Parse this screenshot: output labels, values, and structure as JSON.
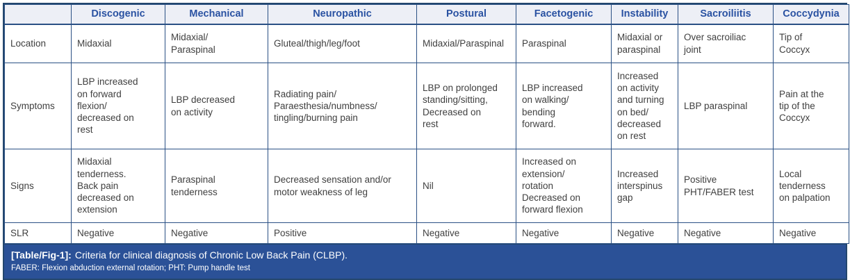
{
  "colors": {
    "border": "#2a5084",
    "outer_border": "#24476e",
    "header_bg": "#edeff6",
    "header_text": "#2a52a2",
    "body_text": "#3f3f3f",
    "caption_bg": "#2b5197",
    "caption_text": "#ffffff"
  },
  "table": {
    "columns": [
      "",
      "Discogenic",
      "Mechanical",
      "Neuropathic",
      "Postural",
      "Facetogenic",
      "Instability",
      "Sacroiliitis",
      "Coccydynia"
    ],
    "rows": [
      {
        "label": "Location",
        "cells": [
          "Midaxial",
          "Midaxial/\nParaspinal",
          "Gluteal/thigh/leg/foot",
          "Midaxial/Paraspinal",
          "Paraspinal",
          "Midaxial or\nparaspinal",
          "Over sacroiliac\njoint",
          "Tip of\nCoccyx"
        ]
      },
      {
        "label": "Symptoms",
        "cells": [
          "LBP increased\non forward\nflexion/\ndecreased on\nrest",
          "LBP decreased\non activity",
          "Radiating pain/\nParaesthesia/numbness/\ntingling/burning pain",
          "LBP on prolonged\nstanding/sitting,\nDecreased on\nrest",
          "LBP increased\non walking/\nbending\nforward.",
          "Increased\non activity\nand turning\non bed/\ndecreased\non rest",
          "LBP paraspinal",
          "Pain at the\ntip of the\nCoccyx"
        ]
      },
      {
        "label": "Signs",
        "cells": [
          "Midaxial\ntenderness.\nBack pain\ndecreased on\nextension",
          "Paraspinal\ntenderness",
          "Decreased sensation and/or\nmotor weakness of leg",
          "Nil",
          "Increased on\nextension/\nrotation\nDecreased on\nforward flexion",
          "Increased\ninterspinus\ngap",
          "Positive\nPHT/FABER test",
          "Local\ntenderness\non palpation"
        ]
      },
      {
        "label": "SLR",
        "cells": [
          "Negative",
          "Negative",
          "Positive",
          "Negative",
          "Negative",
          "Negative",
          "Negative",
          "Negative"
        ]
      }
    ]
  },
  "caption": {
    "tag": "[Table/Fig-1]:",
    "title": "Criteria for clinical diagnosis of Chronic Low Back Pain (CLBP).",
    "footnote": "FABER: Flexion abduction external rotation; PHT: Pump handle test"
  }
}
